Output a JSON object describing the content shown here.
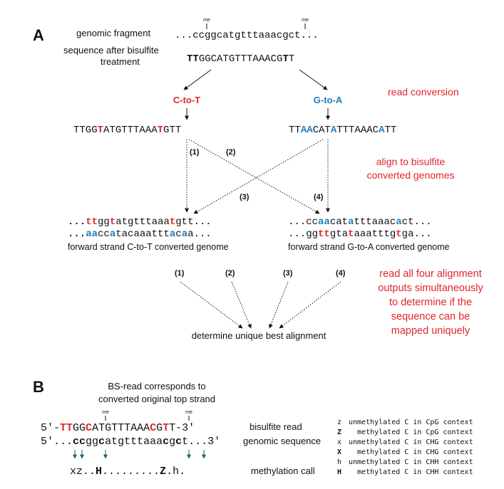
{
  "panel_a": {
    "label": "A",
    "genomic_fragment_label": "genomic fragment",
    "me_mark": "me",
    "genomic_fragment_seq": [
      {
        "t": "...ccgg",
        "s": "n"
      },
      {
        "t": "c",
        "s": "n"
      },
      {
        "t": "atgtttaaac",
        "s": "n"
      },
      {
        "t": "g",
        "s": "n"
      },
      {
        "t": "ct...",
        "s": "n"
      }
    ],
    "bisulfite_label_1": "sequence after bisulfite",
    "bisulfite_label_2": "treatment",
    "bisulfite_seq": [
      {
        "t": "TT",
        "s": "k"
      },
      {
        "t": "GGCATGTTTAAACG",
        "s": "n"
      },
      {
        "t": "T",
        "s": "k"
      },
      {
        "t": "T",
        "s": "n"
      }
    ],
    "ct_label": "C-to-T",
    "ga_label": "G-to-A",
    "read_conversion_label": "read conversion",
    "ct_read": [
      {
        "t": "TTGG",
        "s": "n"
      },
      {
        "t": "T",
        "s": "r"
      },
      {
        "t": "ATGTTTAAA",
        "s": "n"
      },
      {
        "t": "T",
        "s": "r"
      },
      {
        "t": "GTT",
        "s": "n"
      }
    ],
    "ga_read": [
      {
        "t": "TT",
        "s": "n"
      },
      {
        "t": "AA",
        "s": "b"
      },
      {
        "t": "CAT",
        "s": "n"
      },
      {
        "t": "A",
        "s": "b"
      },
      {
        "t": "TTTAAAC",
        "s": "n"
      },
      {
        "t": "A",
        "s": "b"
      },
      {
        "t": "TT",
        "s": "n"
      }
    ],
    "path_labels": [
      "(1)",
      "(2)",
      "(3)",
      "(4)"
    ],
    "align_label_1": "align to bisulfite",
    "align_label_2": "converted genomes",
    "ct_genome_line_1": [
      {
        "t": "...",
        "s": "k"
      },
      {
        "t": "tt",
        "s": "r"
      },
      {
        "t": "gg",
        "s": "n"
      },
      {
        "t": "t",
        "s": "r"
      },
      {
        "t": "atgtttaaa",
        "s": "n"
      },
      {
        "t": "t",
        "s": "r"
      },
      {
        "t": "gtt...",
        "s": "n"
      }
    ],
    "ct_genome_line_2": [
      {
        "t": "...",
        "s": "k"
      },
      {
        "t": "aa",
        "s": "b"
      },
      {
        "t": "cc",
        "s": "n"
      },
      {
        "t": "a",
        "s": "b"
      },
      {
        "t": "tacaaattt",
        "s": "n"
      },
      {
        "t": "a",
        "s": "b"
      },
      {
        "t": "c",
        "s": "n"
      },
      {
        "t": "a",
        "s": "b"
      },
      {
        "t": "a...",
        "s": "n"
      }
    ],
    "ct_genome_caption": "forward strand C-to-T converted genome",
    "ga_genome_line_1": [
      {
        "t": "...cc",
        "s": "n"
      },
      {
        "t": "aa",
        "s": "b"
      },
      {
        "t": "cat",
        "s": "n"
      },
      {
        "t": "a",
        "s": "b"
      },
      {
        "t": "tttaaac",
        "s": "n"
      },
      {
        "t": "a",
        "s": "b"
      },
      {
        "t": "ct...",
        "s": "n"
      }
    ],
    "ga_genome_line_2": [
      {
        "t": "...gg",
        "s": "n"
      },
      {
        "t": "tt",
        "s": "r"
      },
      {
        "t": "gta",
        "s": "n"
      },
      {
        "t": "t",
        "s": "r"
      },
      {
        "t": "aaatttg",
        "s": "n"
      },
      {
        "t": "t",
        "s": "r"
      },
      {
        "t": "ga...",
        "s": "n"
      }
    ],
    "ga_genome_caption": "forward strand G-to-A converted genome",
    "read_all_label": [
      "read all four alignment",
      "outputs simultaneously",
      "to determine if the",
      "sequence can be",
      "mapped uniquely"
    ],
    "best_alignment_label": "determine unique best alignment"
  },
  "panel_b": {
    "label": "B",
    "title_1": "BS-read corresponds to",
    "title_2": "converted original top strand",
    "me_mark": "me",
    "read_seq": [
      {
        "t": "5'-",
        "s": "n"
      },
      {
        "t": "TT",
        "s": "r"
      },
      {
        "t": "GG",
        "s": "n"
      },
      {
        "t": "C",
        "s": "r"
      },
      {
        "t": "ATGTTTAAA",
        "s": "n"
      },
      {
        "t": "C",
        "s": "r"
      },
      {
        "t": "G",
        "s": "n"
      },
      {
        "t": "T",
        "s": "r"
      },
      {
        "t": "T-3'",
        "s": "n"
      }
    ],
    "read_label": "bisulfite read",
    "genomic_seq": [
      {
        "t": "5'...",
        "s": "n"
      },
      {
        "t": "cc",
        "s": "k"
      },
      {
        "t": "gg",
        "s": "n"
      },
      {
        "t": "c",
        "s": "k"
      },
      {
        "t": "atgtttaaa",
        "s": "n"
      },
      {
        "t": "c",
        "s": "k"
      },
      {
        "t": "g",
        "s": "n"
      },
      {
        "t": "c",
        "s": "k"
      },
      {
        "t": "t...3'",
        "s": "n"
      }
    ],
    "genomic_label": "genomic sequence",
    "call_seq": [
      {
        "t": "xz..",
        "s": "n"
      },
      {
        "t": "H",
        "s": "k"
      },
      {
        "t": ".........",
        "s": "n"
      },
      {
        "t": "Z",
        "s": "k"
      },
      {
        "t": ".h.",
        "s": "n"
      }
    ],
    "call_label": "methylation call",
    "legend": [
      {
        "code": "z",
        "desc": "unmethylated C in CpG context"
      },
      {
        "code": "Z",
        "desc": "  methylated C in CpG context"
      },
      {
        "code": "x",
        "desc": "unmethylated C in CHG context"
      },
      {
        "code": "X",
        "desc": "  methylated C in CHG context"
      },
      {
        "code": "h",
        "desc": "unmethylated C in CHH context"
      },
      {
        "code": "H",
        "desc": "  methylated C in CHH context"
      }
    ]
  },
  "colors": {
    "conversion_red": "#e0262b",
    "conversion_blue": "#1f7fc0",
    "arrow_teal": "#1e5f74"
  }
}
